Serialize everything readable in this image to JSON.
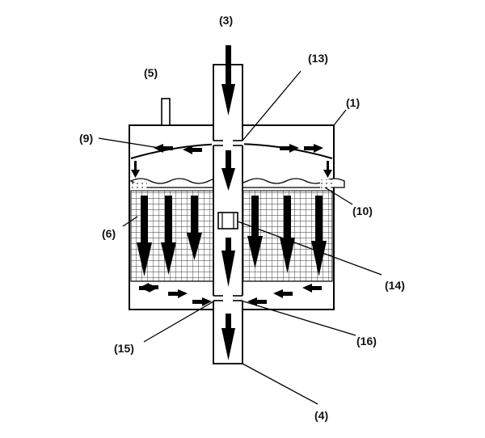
{
  "diagram": {
    "labels": {
      "l1": "(1)",
      "l3": "(3)",
      "l4": "(4)",
      "l5": "(5)",
      "l6": "(6)",
      "l9": "(9)",
      "l10": "(10)",
      "l13": "(13)",
      "l14": "(14)",
      "l15": "(15)",
      "l16": "(16)"
    },
    "colors": {
      "ink": "#000000",
      "grid": "#555555",
      "foam": "#cccccc",
      "background": "#ffffff"
    }
  }
}
